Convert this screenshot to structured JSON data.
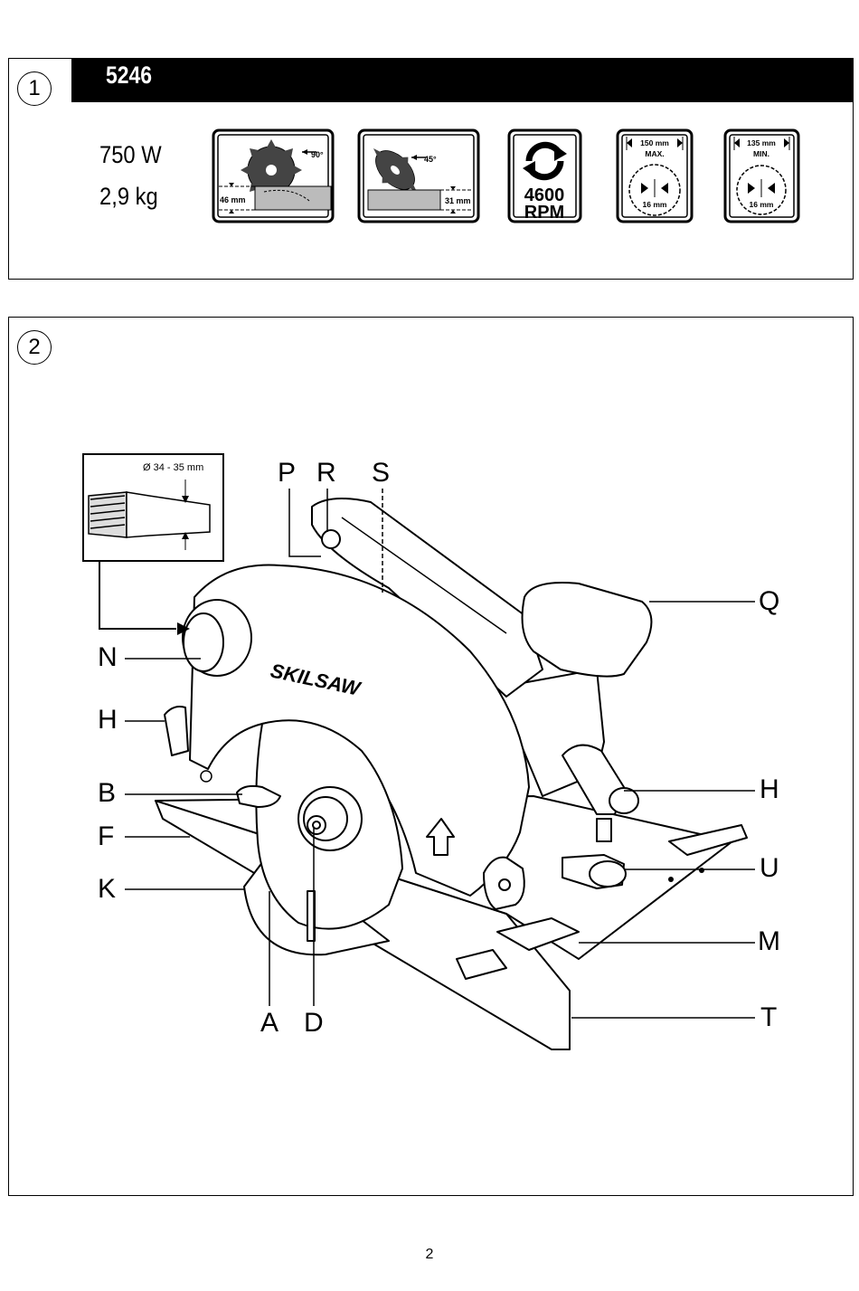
{
  "page_number": "2",
  "panel1": {
    "number": "1",
    "model": "5246",
    "power": "750 W",
    "weight": "2,9 kg",
    "icons": {
      "cut90": {
        "angle": "90°",
        "depth": "46 mm"
      },
      "cut45": {
        "angle": "45°",
        "depth": "31 mm"
      },
      "speed": {
        "value": "4600",
        "unit": "RPM"
      },
      "blade_max": {
        "diameter": "150 mm",
        "qualifier": "MAX.",
        "bore": "16 mm"
      },
      "blade_min": {
        "diameter": "135 mm",
        "qualifier": "MIN.",
        "bore": "16 mm"
      }
    }
  },
  "panel2": {
    "number": "2",
    "inset_dimension": "Ø 34 - 35 mm",
    "brand": "SKILSAW",
    "labels": {
      "P": "P",
      "R": "R",
      "S": "S",
      "Q": "Q",
      "N": "N",
      "H_left": "H",
      "H_right": "H",
      "B": "B",
      "F": "F",
      "K": "K",
      "U": "U",
      "M": "M",
      "T": "T",
      "A": "A",
      "D": "D"
    }
  }
}
